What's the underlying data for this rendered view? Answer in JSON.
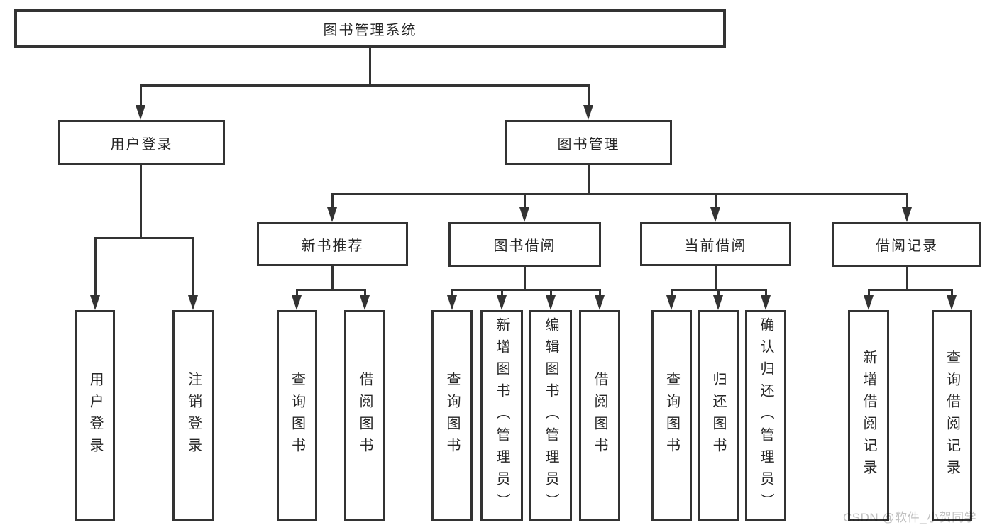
{
  "tree": {
    "root": "图书管理系统",
    "branches": [
      {
        "label": "用户登录",
        "leaves": [
          "用户登录",
          "注销登录"
        ]
      },
      {
        "label": "图书管理",
        "sections": [
          {
            "label": "新书推荐",
            "leaves": [
              "查询图书",
              "借阅图书"
            ]
          },
          {
            "label": "图书借阅",
            "leaves": [
              "查询图书",
              "新增图书（管理员）",
              "编辑图书（管理员）",
              "借阅图书"
            ]
          },
          {
            "label": "当前借阅",
            "leaves": [
              "查询图书",
              "归还图书",
              "确认归还（管理员）"
            ]
          },
          {
            "label": "借阅记录",
            "leaves": [
              "新增借阅记录",
              "查询借阅记录"
            ]
          }
        ]
      }
    ]
  },
  "watermark": "CSDN @软件_小贺同学",
  "colors": {
    "line": "#333333",
    "text": "#262626",
    "background": "#ffffff",
    "watermark": "#c0c0c0"
  }
}
